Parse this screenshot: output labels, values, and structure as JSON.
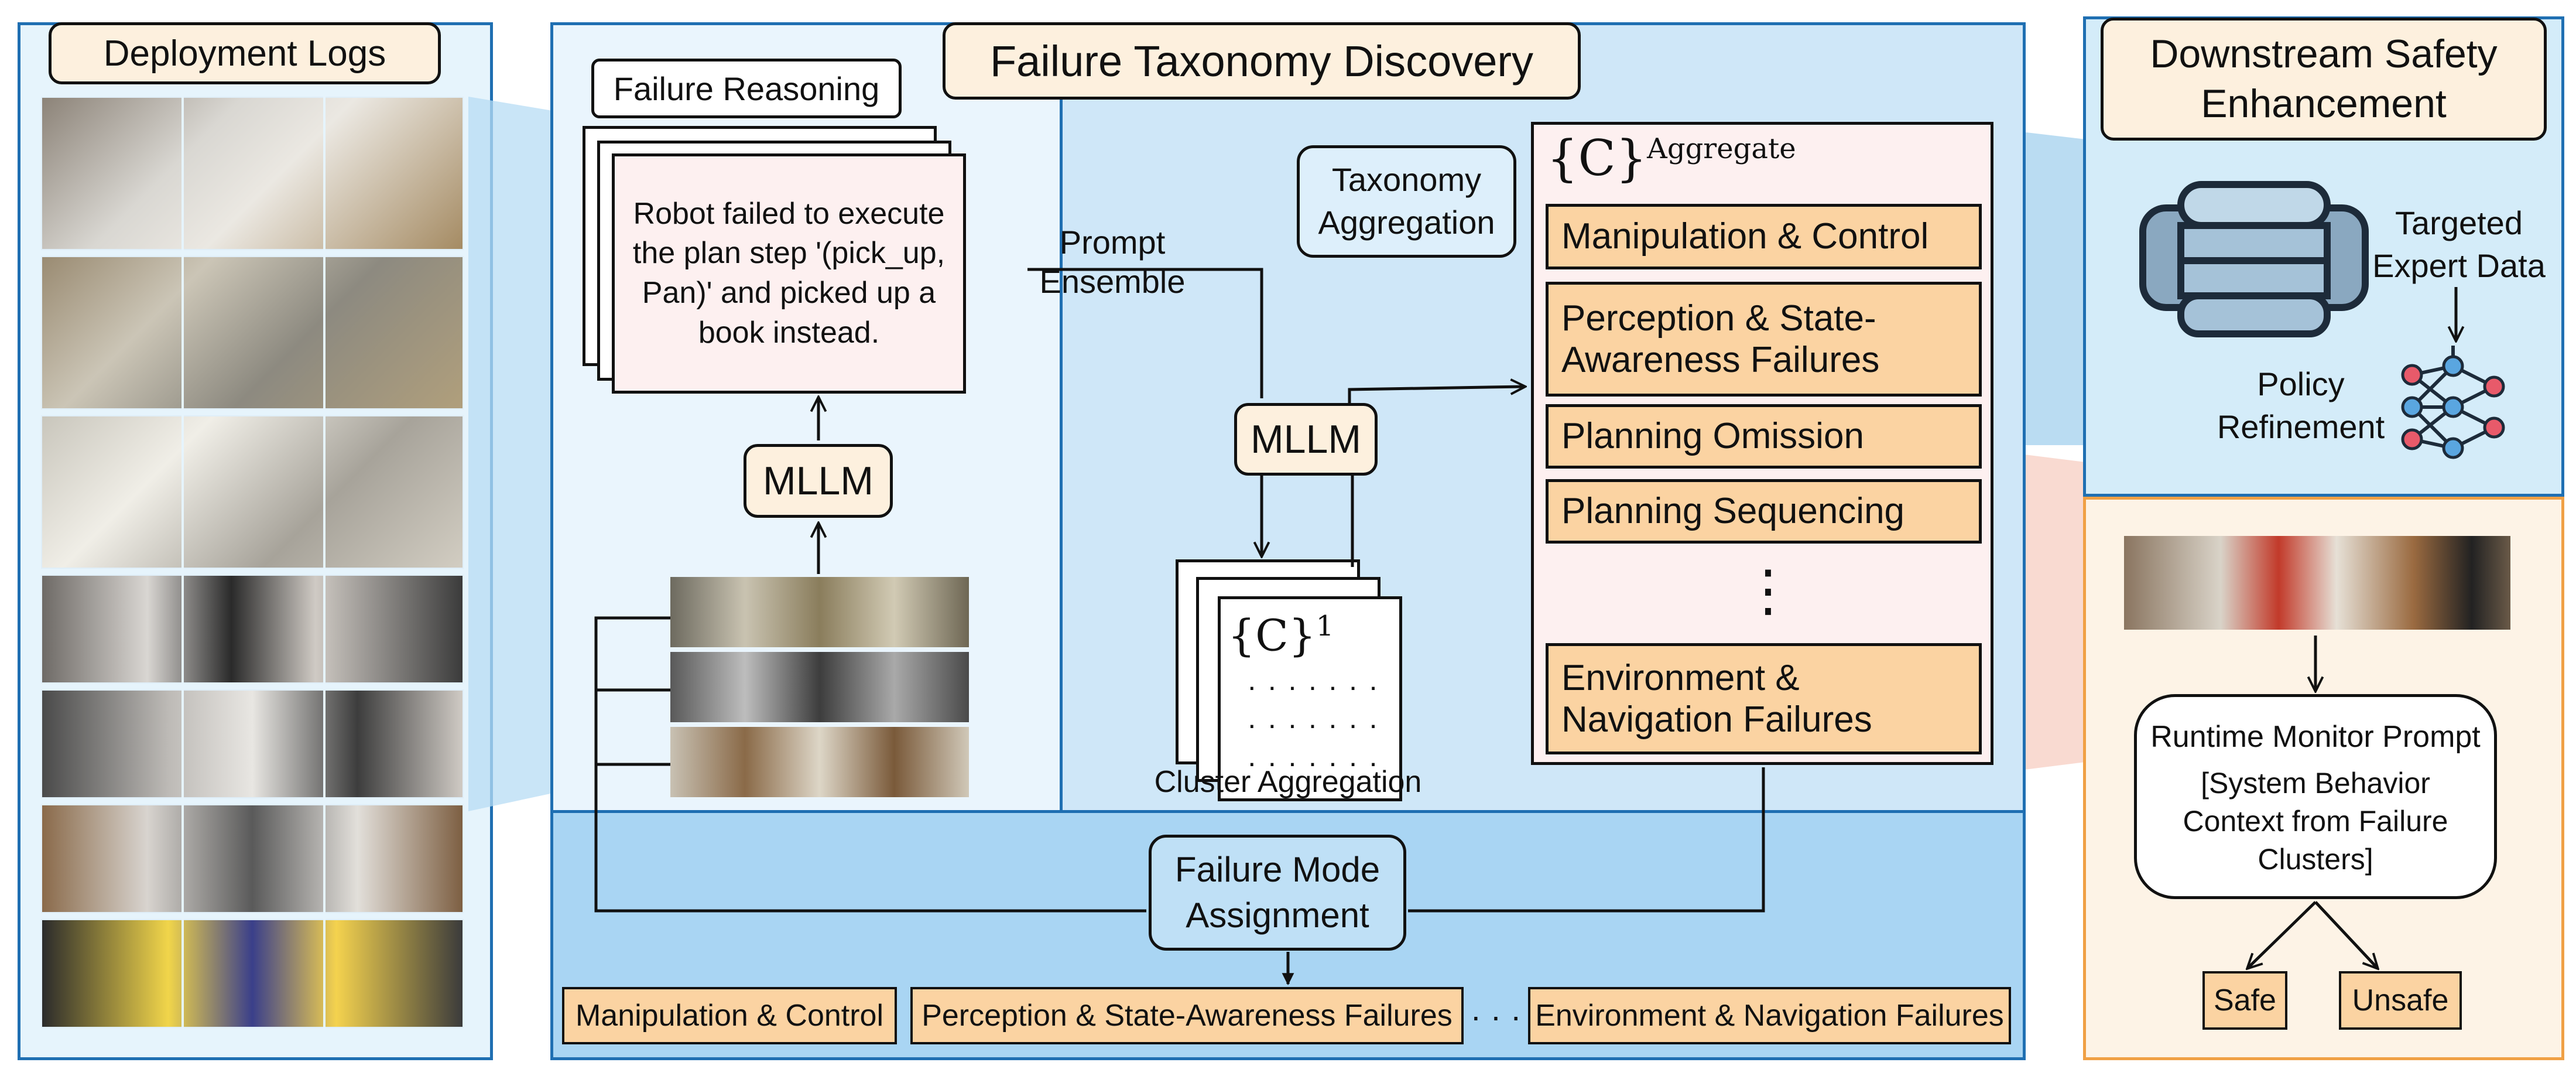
{
  "panels": {
    "deployment_logs": "Deployment Logs",
    "failure_taxonomy": "Failure Taxonomy Discovery",
    "downstream": "Downstream Safety Enhancement"
  },
  "reasoning": {
    "title": "Failure Reasoning",
    "text": "Robot failed to execute the plan step '(pick_up, Pan)' and picked up a book instead."
  },
  "mllm_left": "MLLM",
  "mllm_center": "MLLM",
  "prompt_ensemble": "Prompt Ensemble",
  "taxonomy_aggregation": "Taxonomy Aggregation",
  "cluster": {
    "set_symbol": "{C}",
    "superscript": "1",
    "dots": "· · · · · · ·",
    "label": "Cluster Aggregation"
  },
  "aggregate": {
    "set_symbol": "{C}",
    "superscript": "Aggregate",
    "categories": [
      "Manipulation & Control",
      "Perception & State-Awareness Failures",
      "Planning Omission",
      "Planning Sequencing",
      "Environment & Navigation Failures"
    ],
    "ellipsis": "⋮"
  },
  "assignment": {
    "label": "Failure Mode Assignment",
    "tags": [
      "Manipulation & Control",
      "Perception & State-Awareness Failures",
      "Environment & Navigation Failures"
    ],
    "dots": "· · ·"
  },
  "downstream": {
    "targeted": "Targeted Expert Data",
    "policy": "Policy Refinement",
    "monitor_title": "Runtime Monitor Prompt",
    "monitor_body": "[System Behavior Context from Failure Clusters]",
    "safe": "Safe",
    "unsafe": "Unsafe"
  },
  "colors": {
    "left_panel_bg": "#e6f4fc",
    "center_bg": "#cfe7f8",
    "reasoning_bg": "#eaf5fd",
    "assignment_bg": "#a9d5f3",
    "right_top_bg": "#d4ecf9",
    "right_bottom_bg": "#fdf3e6",
    "category_fill": "#fbd3a2",
    "pill_fill": "#fdf0de"
  }
}
